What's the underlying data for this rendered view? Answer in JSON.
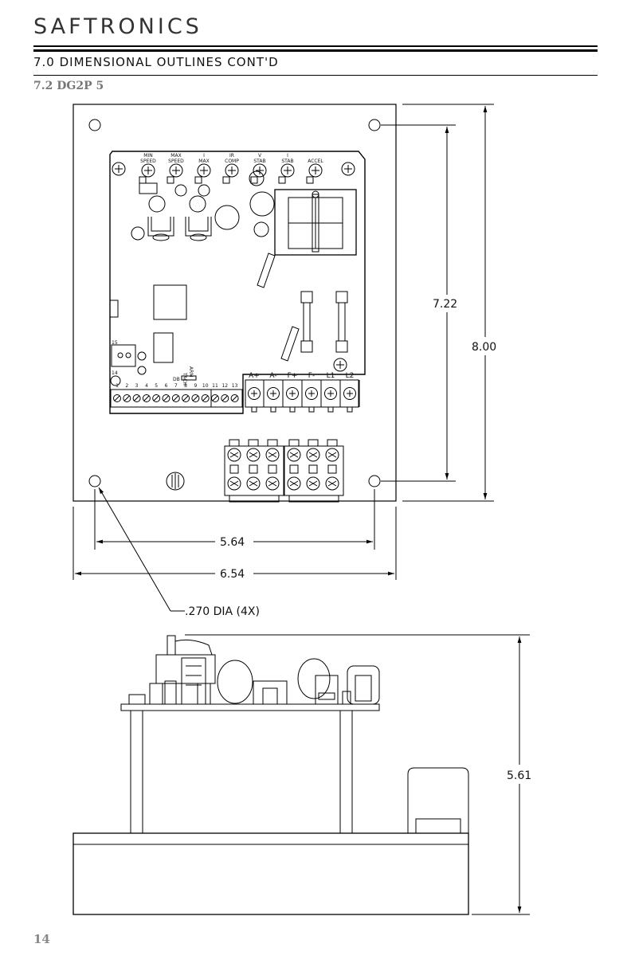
{
  "header": {
    "brand": "SAFTRONICS",
    "section_title": "7.0 DIMENSIONAL OUTLINES CONT'D",
    "sub_title": "7.2 DG2P   5"
  },
  "dimensions": {
    "height_inner": "7.22",
    "height_outer": "8.00",
    "width_inner": "5.64",
    "width_outer": "6.54",
    "hole_note": ".270 DIA (4X)",
    "side_height": "5.61"
  },
  "board": {
    "pots": [
      {
        "top": "MIN",
        "bottom": "SPEED"
      },
      {
        "top": "MAX",
        "bottom": "SPEED"
      },
      {
        "top": "I",
        "bottom": "MAX"
      },
      {
        "top": "IR",
        "bottom": "COMP"
      },
      {
        "top": "V",
        "bottom": "STAB"
      },
      {
        "top": "I",
        "bottom": "STAB"
      },
      {
        "top": "",
        "bottom": "ACCEL"
      }
    ],
    "power_terminals": [
      "A+",
      "A-",
      "F+",
      "F-",
      "L1",
      "L2"
    ],
    "small_terminals": [
      "1",
      "2",
      "3",
      "4",
      "5",
      "6",
      "7",
      "8",
      "9",
      "10",
      "11",
      "12",
      "13"
    ],
    "jumper_labels": [
      "15",
      "14",
      "DB",
      "TACH",
      "ARM"
    ]
  },
  "footer": {
    "page_number": "14"
  }
}
